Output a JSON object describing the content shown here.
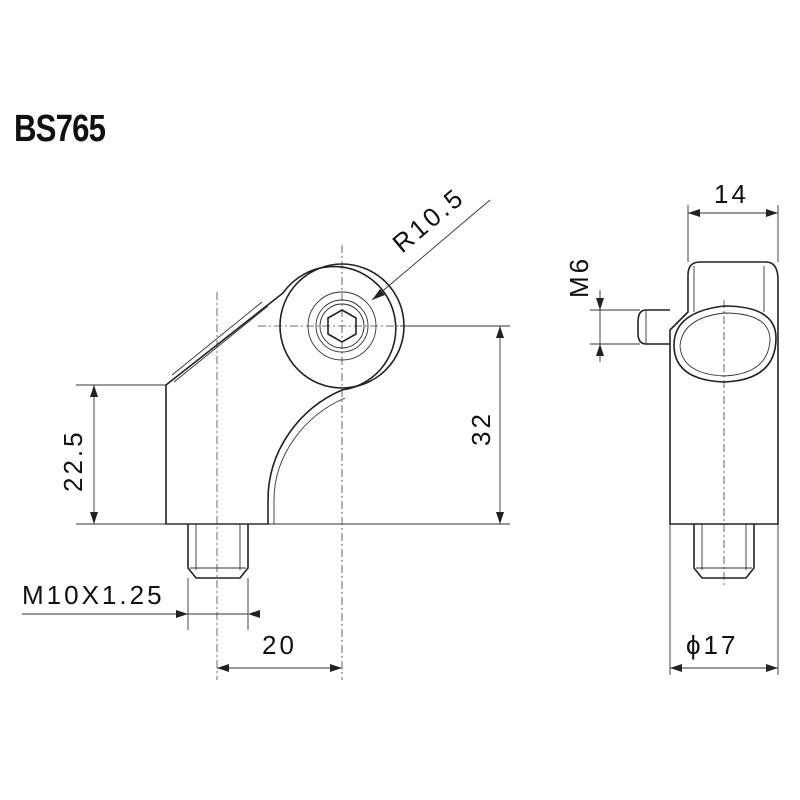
{
  "title": "BS765",
  "dimensions": {
    "radius": "R10.5",
    "height_left": "22.5",
    "height_total": "32",
    "thread_main": "M10X1.25",
    "offset": "20",
    "width_side": "14",
    "thread_side": "M6",
    "diameter": "ϕ17"
  }
}
